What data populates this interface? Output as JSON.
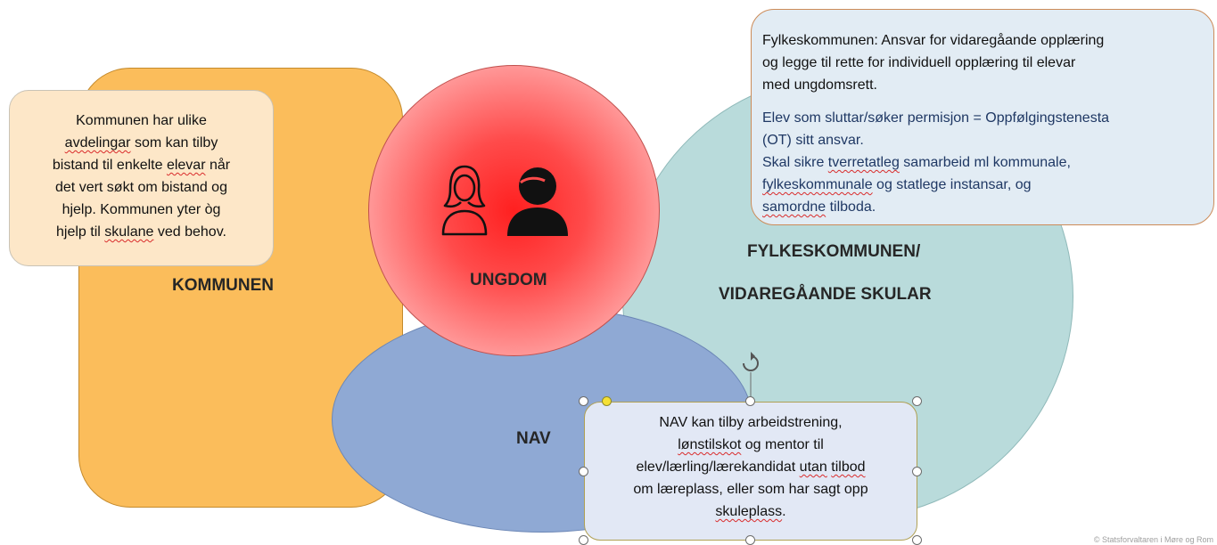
{
  "kommunen": {
    "label": "KOMMUNEN",
    "callout": {
      "l1": "Kommunen har ulike",
      "l2": "avdelingar",
      "l2b": " som kan tilby",
      "l3": "bistand til enkelte ",
      "l3w": "elevar",
      "l3c": " når",
      "l4": "det vert søkt om bistand og",
      "l5": "hjelp. Kommunen yter òg",
      "l6": "hjelp til ",
      "l6w": "skulane",
      "l6c": " ved behov."
    }
  },
  "ungdom": {
    "label": "UNGDOM",
    "icon": "people-icon"
  },
  "fylke": {
    "label1": "FYLKESKOMMUNEN/",
    "label2": "VIDAREGÅANDE SKULAR",
    "callout": {
      "p1a": "Fylkeskommunen: Ansvar for vidaregåande opplæring",
      "p1b": "og legge til rette for individuell opplæring til elevar",
      "p1c": "med ungdomsrett.",
      "p2a": "Elev som sluttar/søker permisjon = ",
      "p2aw": "Oppfølgingstenesta",
      "p2b": "(OT) sitt ansvar.",
      "p2c1": "Skal sikre ",
      "p2cw": "tverretatleg",
      "p2c2": " samarbeid ml kommunale,",
      "p2dw": "fylkeskommunale",
      "p2d": " og statlege instansar, og",
      "p2ew": "samordne",
      "p2e": " tilboda."
    }
  },
  "nav": {
    "label": "NAV",
    "callout": {
      "l1": "NAV kan tilby arbeidstrening,",
      "l2w": "lønstilskot",
      "l2": " og mentor til",
      "l3": "elev/lærling/lærekandidat ",
      "l3w1": "utan",
      "l3s": " ",
      "l3w2": "tilbod",
      "l4": "om læreplass, eller som har sagt opp",
      "l5w": "skuleplass",
      "l5": "."
    }
  },
  "footer": "© Statsforvaltaren i Møre og Rom",
  "colors": {
    "kommunen": "#fbbd5b",
    "fylke": "#b9dbdb",
    "nav": "#8fa9d4",
    "ungdom": "#ff2020"
  }
}
